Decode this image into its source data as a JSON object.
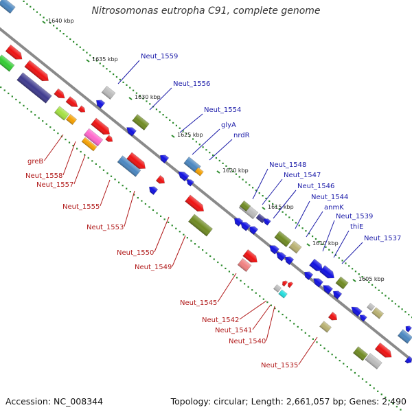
{
  "title": "Nitrosomonas eutropha C91, complete genome",
  "footer": {
    "accession": "Accession: NC_008344",
    "summary": "Topology: circular; Length: 2,661,057 bp; Genes: 2,490"
  },
  "ticks": [
    "1640 kbp",
    "1635 kbp",
    "1630 kbp",
    "1625 kbp",
    "1620 kbp",
    "1615 kbp",
    "1610 kbp",
    "1605 kbp"
  ],
  "labels_top": [
    "Neut_1559",
    "Neut_1556",
    "Neut_1554",
    "glyA",
    "nrdR",
    "Neut_1548",
    "Neut_1547",
    "Neut_1546",
    "Neut_1544",
    "anmK",
    "Neut_1539",
    "thiE",
    "Neut_1537"
  ],
  "labels_bottom": [
    "greB",
    "Neut_1558",
    "Neut_1557",
    "Neut_1555",
    "Neut_1553",
    "Neut_1550",
    "Neut_1549",
    "Neut_1545",
    "Neut_1542",
    "Neut_1541",
    "Neut_1540",
    "Neut_1535"
  ],
  "colors": {
    "backbone": "#8a8a8a",
    "forward_label": "#1a1aa8",
    "reverse_label": "#b01818",
    "cds_blue": "#1010e0",
    "cds_red": "#ee1111",
    "cds_olive": "#6f8a22",
    "cds_steel": "#4a86c0",
    "cds_khaki": "#b8b070",
    "cds_gray": "#bbbbbb",
    "cds_orange": "#f5a000",
    "cds_pink": "#ff66cc",
    "cds_navy": "#3e3a8e",
    "cds_lightgreen": "#a2e040",
    "cds_green": "#33cc33",
    "cds_cyan": "#22dddd",
    "cds_salmon": "#f08080",
    "gc_dots": "#2a8a2a"
  }
}
